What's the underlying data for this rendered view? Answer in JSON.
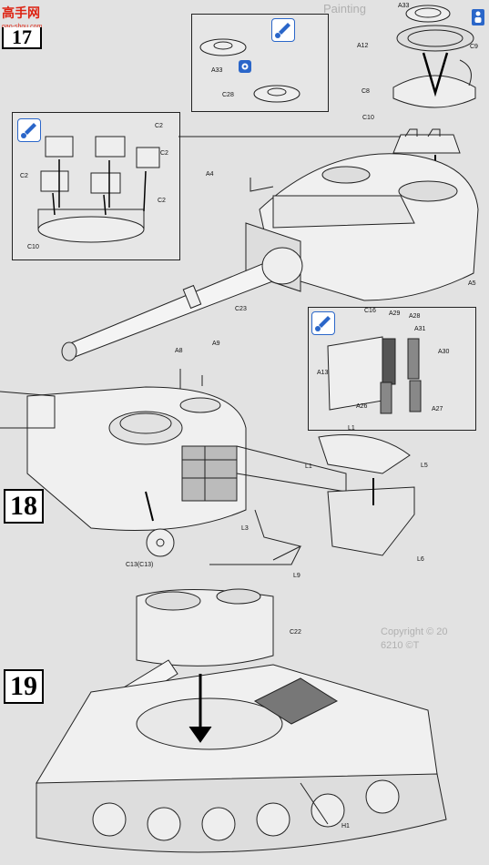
{
  "watermark": {
    "brand_text": "高手网",
    "brand_url": "gao-shou.com",
    "top_text": "Painting",
    "copyright": "Copyright © 20",
    "code": "6210 ©T"
  },
  "steps": {
    "step17": "17",
    "step18": "18",
    "step19": "19"
  },
  "parts": {
    "a33_top": "A33",
    "c9": "C9",
    "a12": "A12",
    "c8": "C8",
    "a33_inset": "A33",
    "c28": "C28",
    "c10_top": "C10",
    "c2_a": "C2",
    "c2_b": "C2",
    "c2_c": "C2",
    "c2_d": "C2",
    "c10_inset": "C10",
    "a4": "A4",
    "a5": "A5",
    "c23": "C23",
    "c16": "C16",
    "a29": "A29",
    "a28": "A28",
    "a31": "A31",
    "a30": "A30",
    "a13": "A13",
    "a26": "A26",
    "a27": "A27",
    "a8": "A8",
    "a9": "A9",
    "l1_a": "L1",
    "l1_b": "L1",
    "l5": "L5",
    "l3": "L3",
    "l6": "L6",
    "l9": "L9",
    "c13": "C13(C13)",
    "c22": "C22",
    "h1": "H1"
  },
  "colors": {
    "accent_blue": "#2a66c9",
    "line_dark": "#222222",
    "paper": "#e2e2e2"
  },
  "icons": [
    "paint-brush-icon",
    "paint-brush-icon",
    "paint-brush-icon",
    "glue-icon",
    "person-icon"
  ]
}
